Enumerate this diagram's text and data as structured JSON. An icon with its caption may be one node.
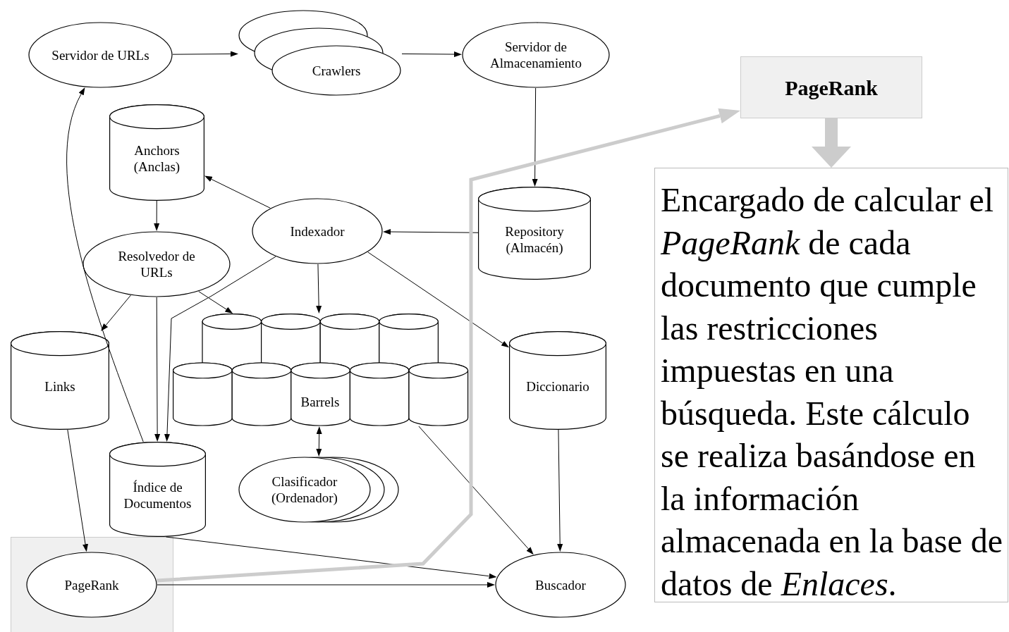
{
  "diagram": {
    "nodes": [
      {
        "text": [
          "Servidor de URLs"
        ]
      },
      {
        "text": [
          "Crawlers"
        ]
      },
      {
        "text": [
          "Servidor de Almacenamiento"
        ]
      },
      {
        "text": [
          "Anchors (Anclas)"
        ]
      },
      {
        "text": [
          "Indexador"
        ]
      },
      {
        "text": [
          "Repository (Almacén)"
        ]
      },
      {
        "text": [
          "Resolvedor de URLs"
        ]
      },
      {
        "text": [
          "Links"
        ]
      },
      {
        "text": [
          "Barrels"
        ]
      },
      {
        "text": [
          "Diccionario"
        ]
      },
      {
        "text": [
          "Índice de Documentos"
        ]
      },
      {
        "text": [
          "Clasificador (Ordenador)"
        ]
      },
      {
        "text": [
          "PageRank"
        ]
      },
      {
        "text": [
          "Buscador"
        ]
      },
      {
        "text": [
          "PageRank"
        ]
      },
      {
        "text": [
          "Encargado de calcular el *PageRank* de cada documento que cumple las restricciones impuestas en una búsqueda. Este cálculo se realiza basándose en la información almacenada en la base de datos de *Enlaces*."
        ]
      }
    ],
    "edges": [
      {
        "from": 0,
        "to": 1,
        "arrow": "to"
      },
      {
        "from": 1,
        "to": 2,
        "arrow": "to"
      },
      {
        "from": 2,
        "to": 5,
        "arrow": "to"
      },
      {
        "from": 5,
        "to": 4,
        "arrow": "to"
      },
      {
        "from": 4,
        "to": 3,
        "arrow": "to"
      },
      {
        "from": 4,
        "to": 8,
        "arrow": "to"
      },
      {
        "from": 4,
        "to": 9,
        "arrow": "to"
      },
      {
        "from": 4,
        "to": 10,
        "arrow": "to"
      },
      {
        "from": 3,
        "to": 6,
        "arrow": "to"
      },
      {
        "from": 6,
        "to": 7,
        "arrow": "to"
      },
      {
        "from": 6,
        "to": 8,
        "arrow": "to"
      },
      {
        "from": 6,
        "to": 10,
        "arrow": "to"
      },
      {
        "from": 10,
        "to": 0,
        "arrow": "to"
      },
      {
        "from": 8,
        "to": 11,
        "arrow": "both"
      },
      {
        "from": 7,
        "to": 12,
        "arrow": "to"
      },
      {
        "from": 10,
        "to": 13,
        "arrow": "to"
      },
      {
        "from": 8,
        "to": 13,
        "arrow": "to"
      },
      {
        "from": 9,
        "to": 13,
        "arrow": "to"
      },
      {
        "from": 12,
        "to": 13,
        "arrow": "to"
      },
      {
        "from": 12,
        "to": 14,
        "arrow": "to",
        "style": "thick",
        "color": "#cccccc"
      },
      {
        "from": 14,
        "to": 15,
        "arrow": "to",
        "style": "thick",
        "color": "#cccccc"
      }
    ]
  }
}
